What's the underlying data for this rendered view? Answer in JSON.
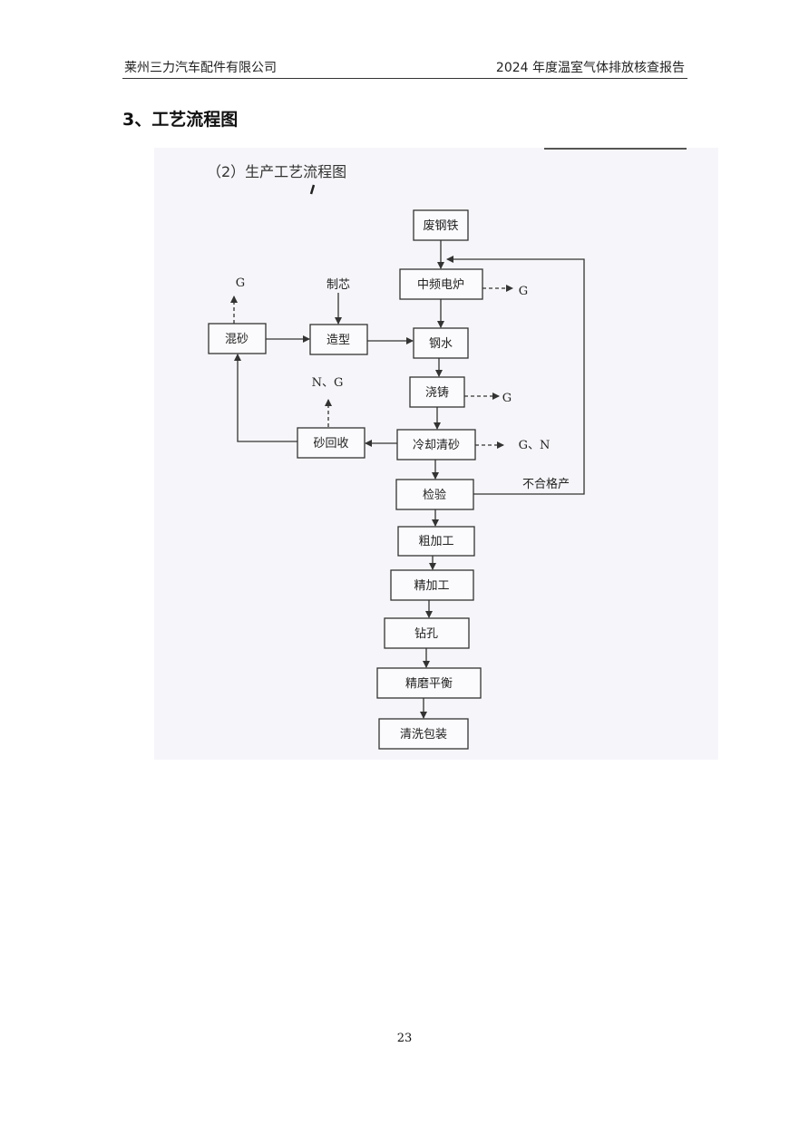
{
  "header": {
    "company": "莱州三力汽车配件有限公司",
    "report_title": "2024 年度温室气体排放核查报告"
  },
  "section_title": "3、工艺流程图",
  "diagram": {
    "title": "（2）生产工艺流程图",
    "nodes": {
      "scrap": "废钢铁",
      "furnace": "中频电炉",
      "molten": "钢水",
      "pour": "浇铸",
      "cool": "冷却清砂",
      "inspect": "检验",
      "rough": "粗加工",
      "finish": "精加工",
      "drill": "钻孔",
      "balance": "精磨平衡",
      "pack": "清洗包装",
      "mix": "混砂",
      "mold": "造型",
      "recover": "砂回收"
    },
    "labels": {
      "core": "制芯",
      "g_mix": "G",
      "g_furnace": "G",
      "g_pour": "G",
      "gn_cool": "G、N",
      "ng_recover": "N、G",
      "reject": "不合格产"
    }
  },
  "page_number": "23"
}
